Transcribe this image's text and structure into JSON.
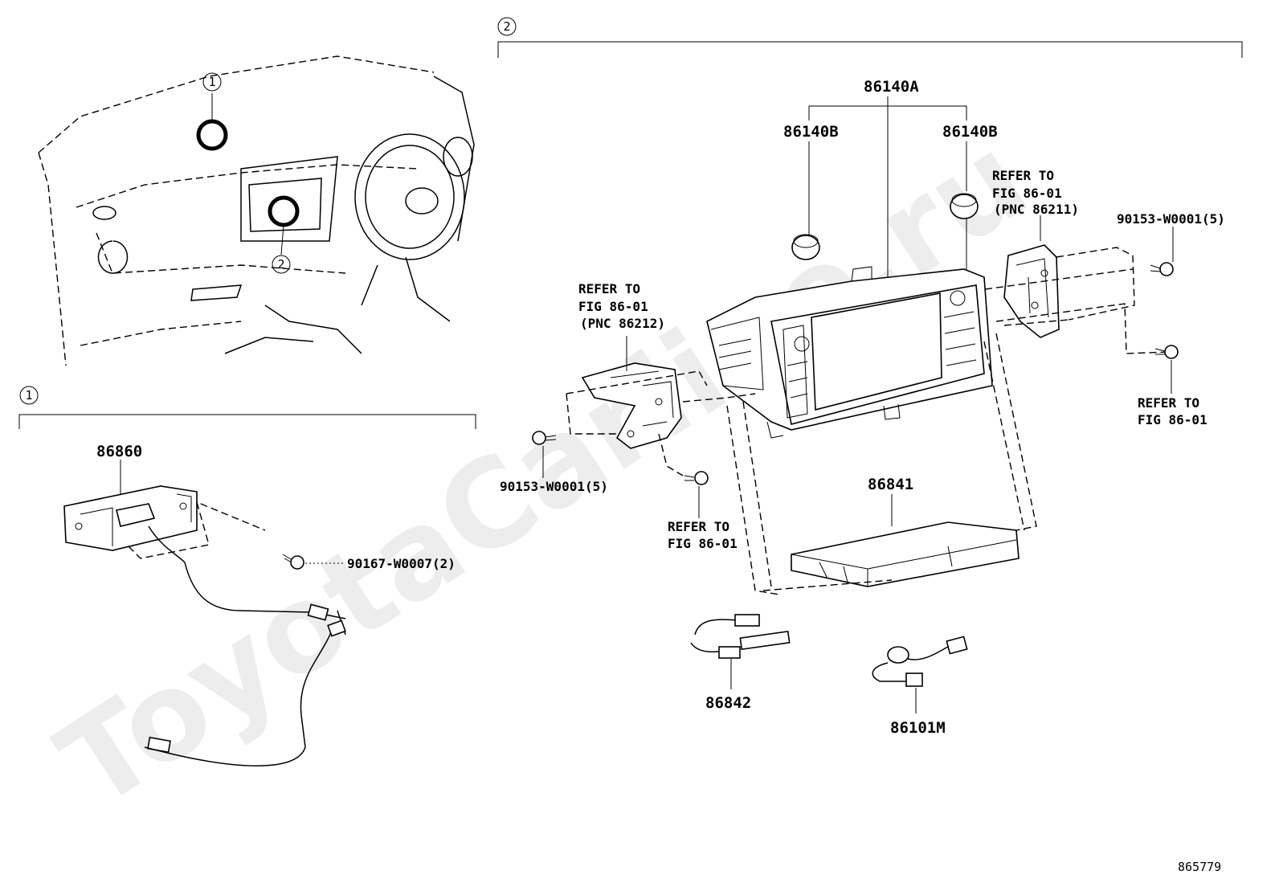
{
  "watermark": "ToyotaCarline.ru",
  "figure_number": "865779",
  "sections": {
    "one_marker": "1",
    "two_marker": "2"
  },
  "overview": {
    "marker1": "1",
    "marker2": "2"
  },
  "parts": {
    "p86860": "86860",
    "p90167": "90167-W0007(2)",
    "p86140A": "86140A",
    "p86140B_left": "86140B",
    "p86140B_right": "86140B",
    "p90153_right": "90153-W0001(5)",
    "p90153_left": "90153-W0001(5)",
    "p86841": "86841",
    "p86842": "86842",
    "p86101M": "86101M"
  },
  "refs": {
    "ref_right_top": [
      "REFER TO",
      "FIG 86-01",
      "(PNC 86211)"
    ],
    "ref_left_top": [
      "REFER TO",
      "FIG 86-01",
      "(PNC 86212)"
    ],
    "ref_right_bottom": [
      "REFER TO",
      "FIG 86-01"
    ],
    "ref_center_bottom": [
      "REFER TO",
      "FIG 86-01"
    ]
  }
}
